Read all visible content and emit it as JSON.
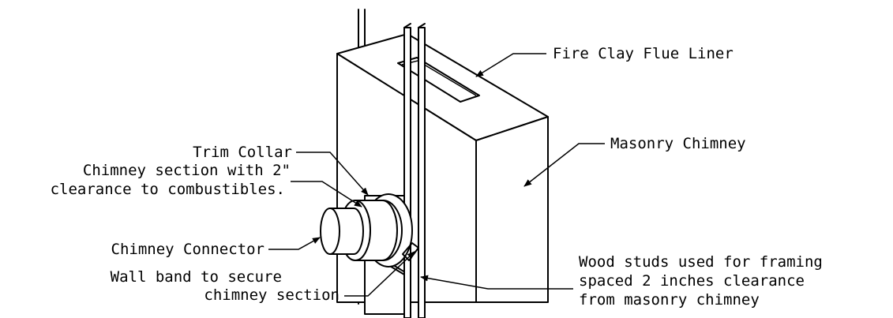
{
  "labels": {
    "flue_liner": "Fire Clay Flue Liner",
    "masonry_chimney": "Masonry Chimney",
    "trim_collar": "Trim Collar",
    "chimney_section_line1": "Chimney section with 2\"",
    "chimney_section_line2": "clearance to combustibles.",
    "chimney_connector": "Chimney Connector",
    "wall_band_line1": "Wall band to secure",
    "wall_band_line2": "chimney section",
    "wood_studs_line1": "Wood studs used for framing",
    "wood_studs_line2": "spaced 2 inches clearance",
    "wood_studs_line3": "from masonry chimney"
  },
  "colors": {
    "ink": "#000000",
    "paper": "#ffffff"
  }
}
